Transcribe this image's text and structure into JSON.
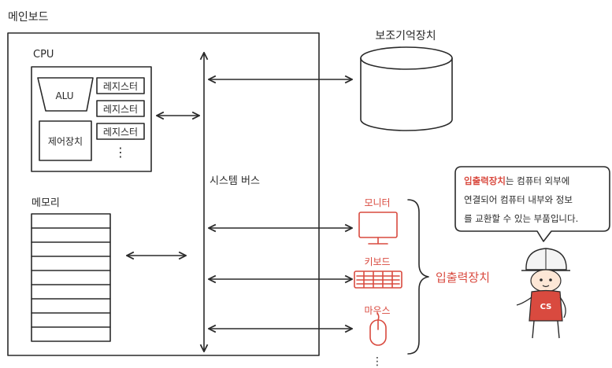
{
  "mainboard": {
    "label": "메인보드"
  },
  "cpu": {
    "label": "CPU",
    "alu": "ALU",
    "registers": [
      "레지스터",
      "레지스터",
      "레지스터"
    ],
    "ellipsis": "⋮",
    "control_unit": "제어장치"
  },
  "memory": {
    "label": "메모리"
  },
  "system_bus": {
    "label": "시스템 버스"
  },
  "storage": {
    "label": "보조기억장치"
  },
  "io": {
    "label": "입출력장치",
    "monitor": "모니터",
    "keyboard": "키보드",
    "mouse": "마우스",
    "ellipsis": "⋮"
  },
  "speech": {
    "highlight": "입출력장치",
    "line1_rest": "는 컴퓨터 외부에",
    "line2": "연결되어 컴퓨터 내부와 정보",
    "line3": "를 교환할 수 있는 부품입니다."
  },
  "mascot": {
    "badge": "CS"
  },
  "colors": {
    "accent": "#d94a3f",
    "ink": "#2a2a2a"
  }
}
